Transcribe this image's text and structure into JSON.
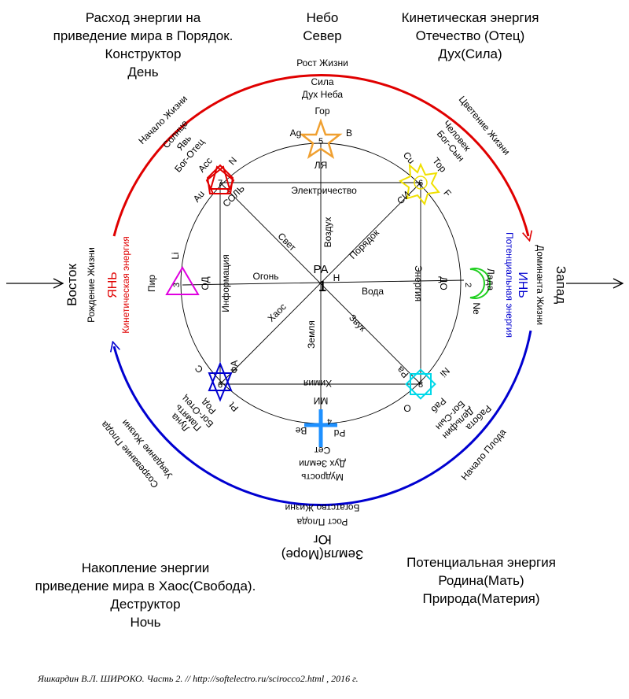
{
  "corners": {
    "nw": [
      "Расход энергии на",
      "приведение мира в Порядок.",
      "Конструктор",
      "День"
    ],
    "ne": [
      "Кинетическая энергия",
      "Отечество (Отец)",
      "Дух(Сила)"
    ],
    "sw": [
      "Накопление энергии",
      "приведение мира в Хаос(Свобода).",
      "Деструктор",
      "Ночь"
    ],
    "se": [
      "Потенциальная энергия",
      "Родина(Мать)",
      "Природа(Материя)"
    ]
  },
  "north": {
    "title": [
      "Небо",
      "Север"
    ],
    "arc": "Рост Жизни",
    "inner": [
      "Сила",
      "Дух Неба",
      "Гор"
    ]
  },
  "south": {
    "title": [
      "Земля(Море)",
      "Юг"
    ],
    "inner": [
      "Рост Плода",
      "Богатство Жизни",
      "Мудрость",
      "Дух Земли",
      "Сет"
    ]
  },
  "east": {
    "title": "Восток",
    "sub": "Рождение Жизни",
    "yang": "ЯНЬ",
    "energy": "Кинетическая энергия"
  },
  "west": {
    "title": "Запад",
    "sub": "Доминанта Жизни",
    "yin": "ИНЬ",
    "energy": "Потенциальная энергия"
  },
  "arcs": {
    "ne": "Цветение Жизни",
    "nw": "Начало Жизни",
    "se": "Начало Плода",
    "sw1": "Созревание Плода",
    "sw2": "Увядание Жизни"
  },
  "points": {
    "top": {
      "number": "5",
      "left": "Ag",
      "right": "B",
      "note": "ЛЯ"
    },
    "upper_left": {
      "number": "7",
      "labels": [
        "Асс",
        "N",
        "Au",
        "СОЛЬ"
      ],
      "god": [
        "Солнце",
        "Явь",
        "Бог-Отец"
      ]
    },
    "upper_right": {
      "number": "6",
      "labels": [
        "Cu",
        "Тор",
        "F",
        "СИ"
      ],
      "god": [
        "Человек",
        "Бог-Сын"
      ]
    },
    "right": {
      "number": "2",
      "labels": [
        "Лада",
        "ДО",
        "Ne"
      ]
    },
    "lower_right": {
      "number": "8",
      "labels": [
        "Рa",
        "Ni",
        "O",
        "Раб"
      ],
      "god": [
        "Бог-Сын",
        "Дельфин",
        "Работа"
      ]
    },
    "bottom": {
      "number": "4",
      "labels": [
        "МИ",
        "Be",
        "Pd"
      ]
    },
    "lower_left": {
      "number": "9",
      "labels": [
        "С",
        "ФА",
        "Pt",
        "Род"
      ],
      "god": [
        "Бог-Отец",
        "Память",
        "Луна"
      ]
    },
    "left": {
      "number": "3",
      "labels": [
        "Li",
        "Пир",
        "ОД"
      ]
    },
    "center": {
      "number": "1",
      "label": "РА",
      "sub": "Н"
    }
  },
  "lines": {
    "electricity": "Электричество",
    "chemistry": "Химия",
    "information": "Информация",
    "energy": "Энергия",
    "fire": "Огонь",
    "water": "Вода",
    "air": "Воздух",
    "earth": "Земля",
    "light": "Свет",
    "order": "Порядок",
    "chaos": "Хаос",
    "sound": "Звук"
  },
  "credit": "Яшкардин В.Л.  ШИРОКО. Часть 2. // http://softelectro.ru/scirocco2.html , 2016 г."
}
